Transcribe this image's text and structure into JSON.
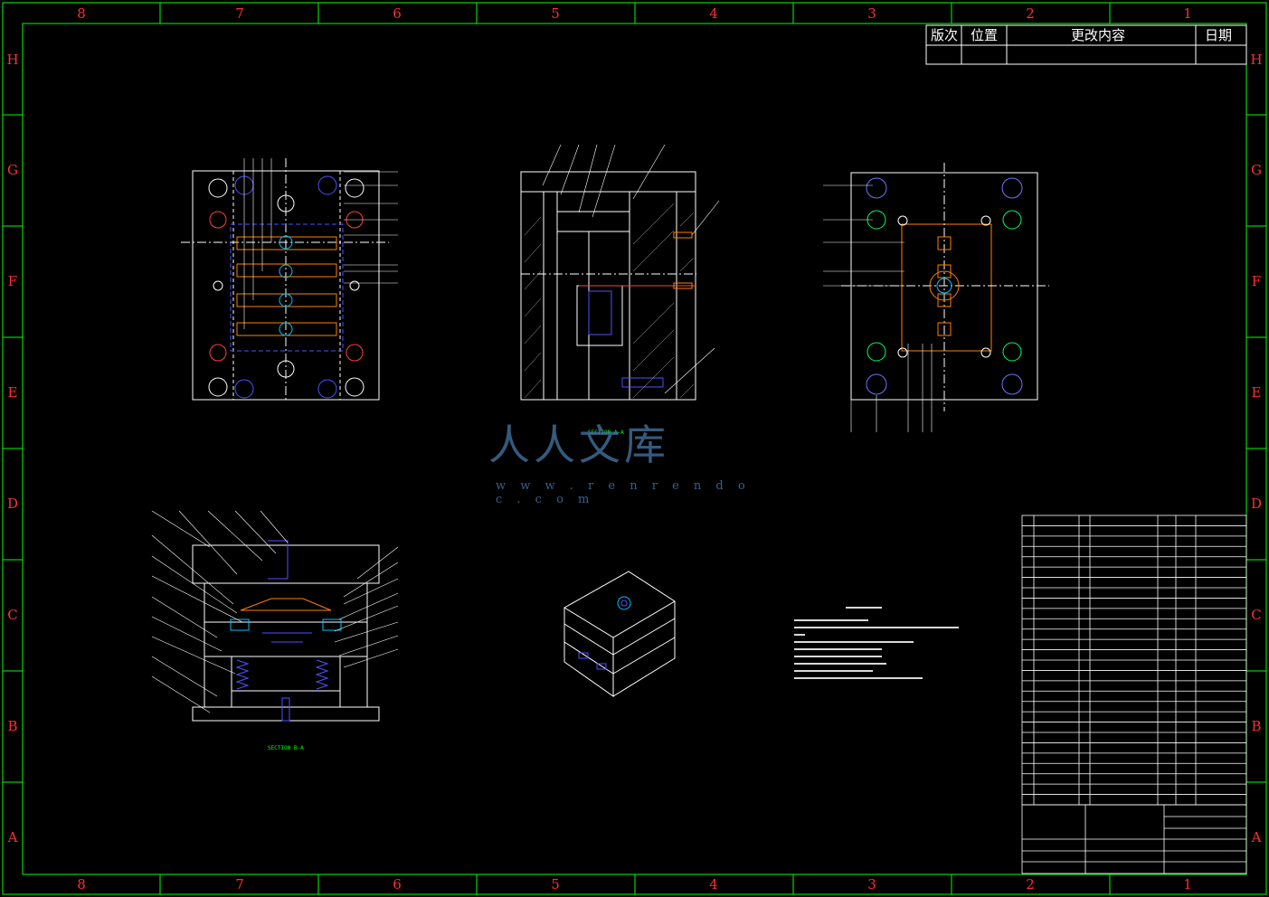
{
  "border": {
    "columns_top": [
      "8",
      "7",
      "6",
      "5",
      "4",
      "3",
      "2",
      "1"
    ],
    "columns_bottom": [
      "8",
      "7",
      "6",
      "5",
      "4",
      "3",
      "2",
      "1"
    ],
    "rows_left": [
      "H",
      "G",
      "F",
      "E",
      "D",
      "C",
      "B",
      "A"
    ],
    "rows_right": [
      "H",
      "G",
      "F",
      "E",
      "D",
      "C",
      "B",
      "A"
    ]
  },
  "revision_table": {
    "headers": [
      "版次",
      "位置",
      "更改内容",
      "日期"
    ]
  },
  "watermark": {
    "text": "人人文库",
    "url": "w w w . r e n r e n d o c . c o m"
  },
  "colors": {
    "frame": "#00ff00",
    "zone_labels": "#ff3030",
    "drawing": "#ffffff",
    "mold_blue": "#5050ff",
    "mold_orange": "#ff8000",
    "accent_cyan": "#00c0ff"
  },
  "icons": {
    "isometric": "mold-isometric-icon"
  }
}
